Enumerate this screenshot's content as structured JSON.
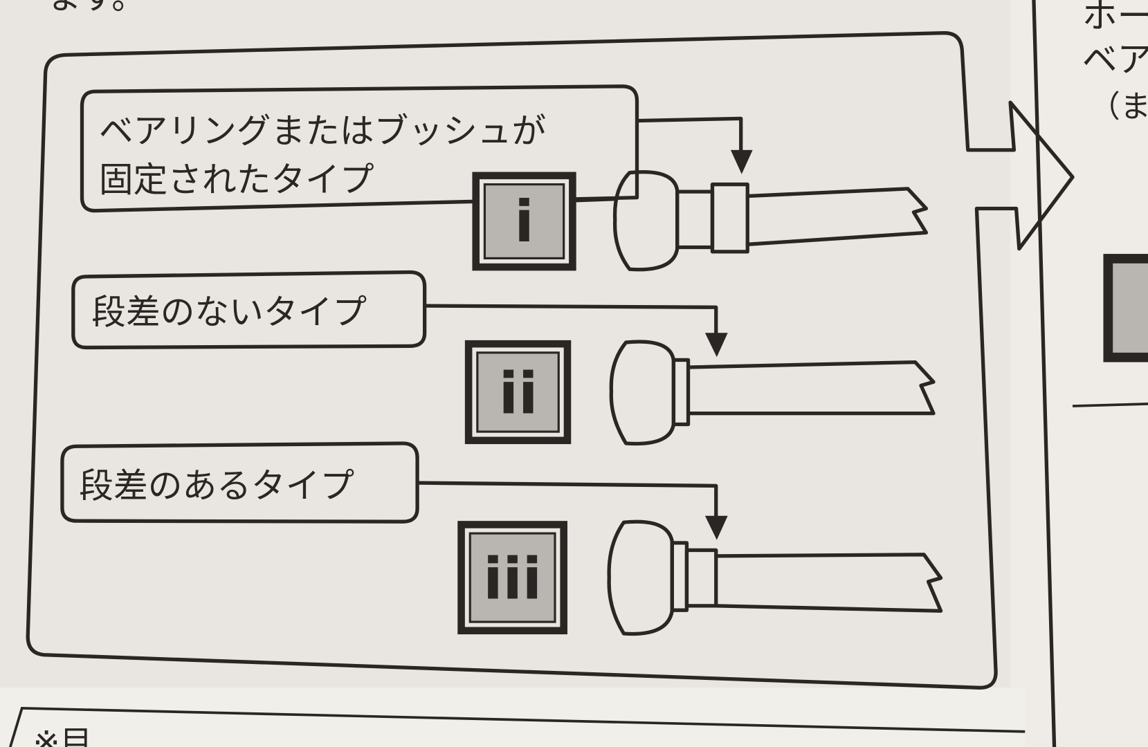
{
  "page_fragments": {
    "top_left": "ます。",
    "right_column": [
      "ホー",
      "ベア",
      "（ま"
    ],
    "bottom_note": "※目"
  },
  "types": [
    {
      "label_lines": [
        "ベアリングまたはブッシュが",
        "固定されたタイプ"
      ],
      "badge": "i"
    },
    {
      "label_lines": [
        "段差のないタイプ"
      ],
      "badge": "ii"
    },
    {
      "label_lines": [
        "段差のあるタイプ"
      ],
      "badge": "iii"
    }
  ],
  "colors": {
    "paper": "#e9e6e1",
    "ink": "#2a2624",
    "badge": "#b9b6b2"
  }
}
